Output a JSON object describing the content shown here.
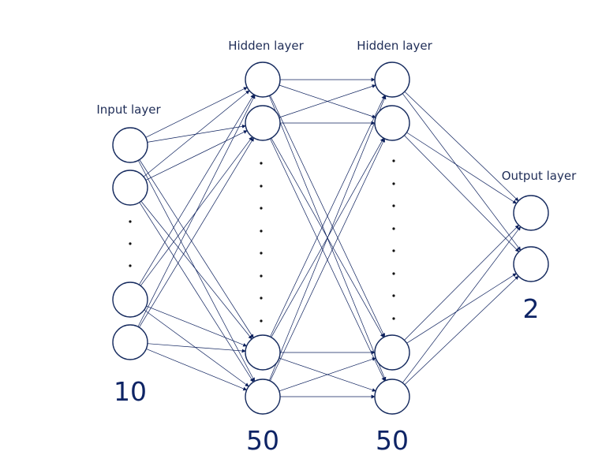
{
  "layers": [
    {
      "id": "input",
      "title": "Input layer",
      "count_label": "10",
      "visible_nodes": 4,
      "ellipsis": true
    },
    {
      "id": "hidden1",
      "title": "Hidden layer",
      "count_label": "50",
      "visible_nodes": 4,
      "ellipsis": true
    },
    {
      "id": "hidden2",
      "title": "Hidden layer",
      "count_label": "50",
      "visible_nodes": 4,
      "ellipsis": true
    },
    {
      "id": "output",
      "title": "Output layer",
      "count_label": "2",
      "visible_nodes": 2,
      "ellipsis": false
    }
  ],
  "colors": {
    "edge": "#0b1f5c",
    "node_stroke": "#152a5e",
    "count_text": "#0e2465"
  }
}
